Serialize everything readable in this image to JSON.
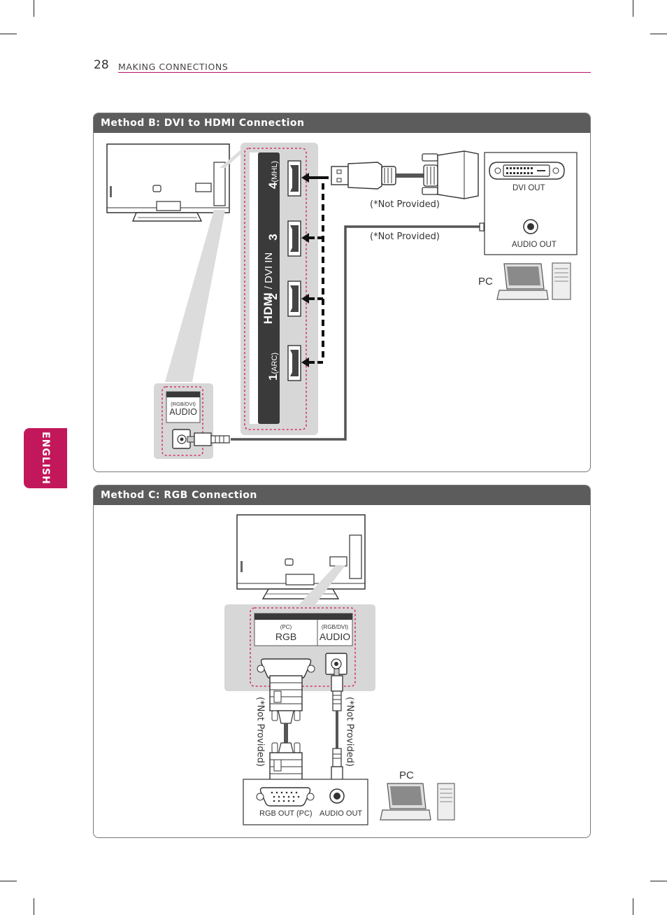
{
  "header": {
    "page_number": "28",
    "section": "MAKING CONNECTIONS"
  },
  "side_tab": {
    "label": "ENGLISH"
  },
  "method_b": {
    "title": "Method B: DVI to HDMI Connection",
    "hdmi_panel": {
      "logo": "HDMI",
      "label": "/ DVI IN",
      "ports": [
        "1",
        "2",
        "3",
        "4"
      ],
      "port1_note": "(ARC)",
      "port4_note": "(MHL)"
    },
    "audio_jack_label_small": "(RGB/DVI)",
    "audio_jack_label": "AUDIO",
    "dvi_cable_note": "(*Not Provided)",
    "audio_cable_note": "(*Not Provided)",
    "pc_ports": {
      "dvi_out": "DVI OUT",
      "audio_out": "AUDIO OUT"
    },
    "pc_label": "PC"
  },
  "method_c": {
    "title": "Method C: RGB Connection",
    "tv_panel": {
      "rgb_small": "(PC)",
      "rgb": "RGB",
      "audio_small": "(RGB/DVI)",
      "audio": "AUDIO"
    },
    "rgb_cable_note": "(*Not Provided)",
    "audio_cable_note": "(*Not Provided)",
    "pc_ports": {
      "rgb_out": "RGB OUT (PC)",
      "audio_out": "AUDIO OUT"
    },
    "pc_label": "PC"
  },
  "colors": {
    "accent": "#c2185b",
    "header_bar": "#5c5c5c",
    "highlight_dash": "#d6336c"
  }
}
